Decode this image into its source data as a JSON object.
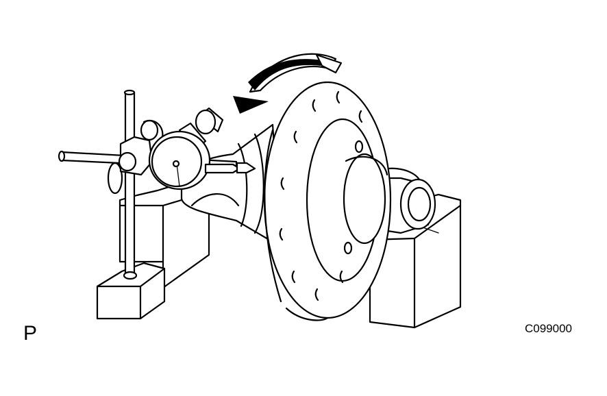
{
  "figure": {
    "view_label": "P",
    "figure_code": "C099000"
  },
  "parts": [
    "magnetic-base",
    "stand-rod",
    "rod-clamp",
    "dial-indicator",
    "differential-case",
    "ring-gear-flange",
    "v-block-left",
    "v-block-right",
    "rotation-arrow"
  ],
  "colors": {
    "line": "#000000",
    "background": "#ffffff"
  }
}
